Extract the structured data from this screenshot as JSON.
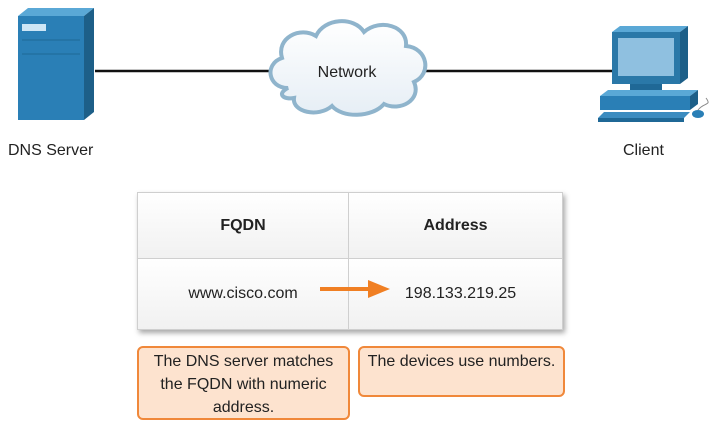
{
  "nodes": {
    "server_label": "DNS Server",
    "network_label": "Network",
    "client_label": "Client"
  },
  "table": {
    "headers": [
      "FQDN",
      "Address"
    ],
    "row": [
      "www.cisco.com",
      "198.133.219.25"
    ]
  },
  "notes": {
    "left": "The DNS server matches the FQDN with numeric address.",
    "right": "The devices use numbers."
  },
  "colors": {
    "accent": "#f07f23",
    "note_fill": "#fde3cf",
    "device_blue": "#2a78a8"
  }
}
